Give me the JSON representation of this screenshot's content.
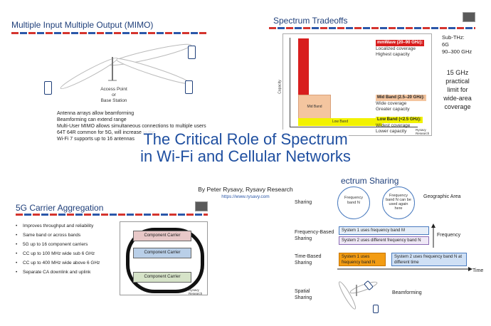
{
  "main": {
    "title_line1": "The Critical Role of Spectrum",
    "title_line2": "in Wi-Fi and Cellular Networks",
    "author": "By Peter Rysavy, Rysavy Research",
    "url": "https://www.rysavy.com"
  },
  "mimo": {
    "title": "Multiple Input Multiple Output (MIMO)",
    "ap_label_1": "Access Point",
    "ap_label_2": "or",
    "ap_label_3": "Base Station",
    "notes": [
      "Antenna arrays allow beamforming",
      "Beamforming can extend range",
      "Multi-User MIMO allows simultaneous connections to multiple users",
      "64T 64R common for 5G, will increase in the",
      "Wi-Fi 7 supports up to 16 antennas"
    ]
  },
  "tradeoffs": {
    "title": "Spectrum Tradeoffs",
    "y_axis_label": "Capacity",
    "mid_band_bar": "Mid Band",
    "low_band_bar": "Low Band",
    "mmwave_head": "mmWave (20–90 GHz):",
    "mmwave_1": "Localized coverage",
    "mmwave_2": "Highest capacity",
    "mid_head": "Mid Band (2.5–20 GHz):",
    "mid_1": "Wide coverage",
    "mid_2": "Greater capacity",
    "low_head": "Low Band (<2.5 GHz):",
    "low_1": "Widest coverage",
    "low_2": "Lower capacity",
    "source": "Rysavy Research",
    "subthz_1": "Sub-THz:",
    "subthz_2": "6G",
    "subthz_3": "90–300 GHz",
    "limit_1": "15 GHz",
    "limit_2": "practical",
    "limit_3": "limit for",
    "limit_4": "wide-area",
    "limit_5": "coverage",
    "colors": {
      "mmwave": "#d81e1e",
      "mid": "#f4c59f",
      "low": "#f2f200"
    }
  },
  "carrier": {
    "title": "5G Carrier Aggregation",
    "bullets": [
      "Improves throughput and reliability",
      "Same band or across bands",
      "5G up to 16 component carriers",
      "CC up to 100 MHz wide sub 6 GHz",
      "CC up to 400 MHz wide above 6 GHz",
      "Separate CA downlink and uplink"
    ],
    "cc_label": "Component Carrier",
    "source": "Rysavy Research"
  },
  "sharing": {
    "title": "ectrum Sharing",
    "sharing_label": "Sharing",
    "circle_1": "Frequency band N",
    "circle_2": "Frequency band N can be used again here",
    "geographic": "Geographic Area",
    "freq_based_1": "Frequency-Based",
    "freq_based_2": "Sharing",
    "sys1_band_m": "System 1 uses frequency band M",
    "sys2_diff_band": "System 2 uses different frequency band N",
    "frequency_axis": "Frequency",
    "time_based_1": "Time-Based",
    "time_based_2": "Sharing",
    "sys1_band_n": "System 1 uses frequency band N",
    "sys2_diff_time": "System 2 uses frequency band N at different time",
    "time_axis": "Time",
    "spatial_1": "Spatial",
    "spatial_2": "Sharing",
    "beamforming": "Beamforming"
  }
}
